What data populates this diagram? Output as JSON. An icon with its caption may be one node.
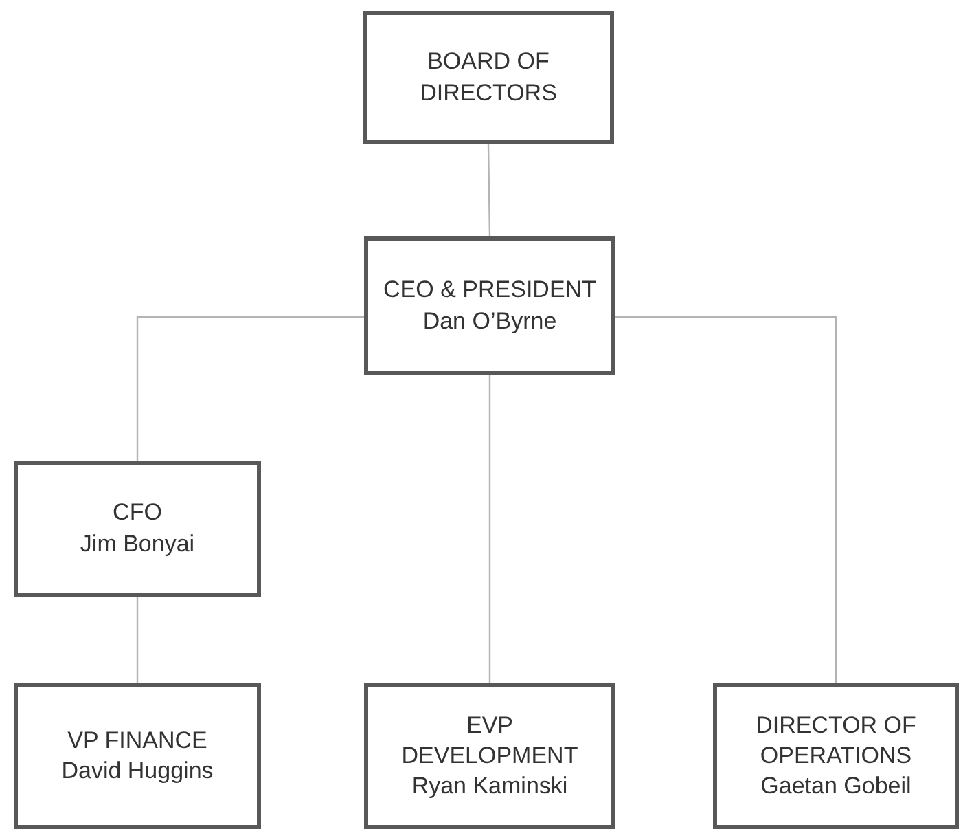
{
  "diagram": {
    "nodes": [
      {
        "text": [
          "BOARD OF DIRECTORS"
        ]
      },
      {
        "text": [
          "CEO & PRESIDENT",
          "Dan O’Byrne"
        ]
      },
      {
        "text": [
          "CFO",
          "Jim Bonyai"
        ]
      },
      {
        "text": [
          "VP FINANCE",
          "David Huggins"
        ]
      },
      {
        "text": [
          "EVP DEVELOPMENT",
          "Ryan Kaminski"
        ]
      },
      {
        "text": [
          "DIRECTOR OF OPERATIONS",
          "Gaetan Gobeil"
        ]
      }
    ],
    "edges": [
      {
        "from": 0,
        "to": 1,
        "arrow": "none"
      },
      {
        "from": 1,
        "to": 2,
        "arrow": "none"
      },
      {
        "from": 1,
        "to": 4,
        "arrow": "none"
      },
      {
        "from": 1,
        "to": 5,
        "arrow": "none"
      },
      {
        "from": 2,
        "to": 3,
        "arrow": "none"
      }
    ]
  }
}
